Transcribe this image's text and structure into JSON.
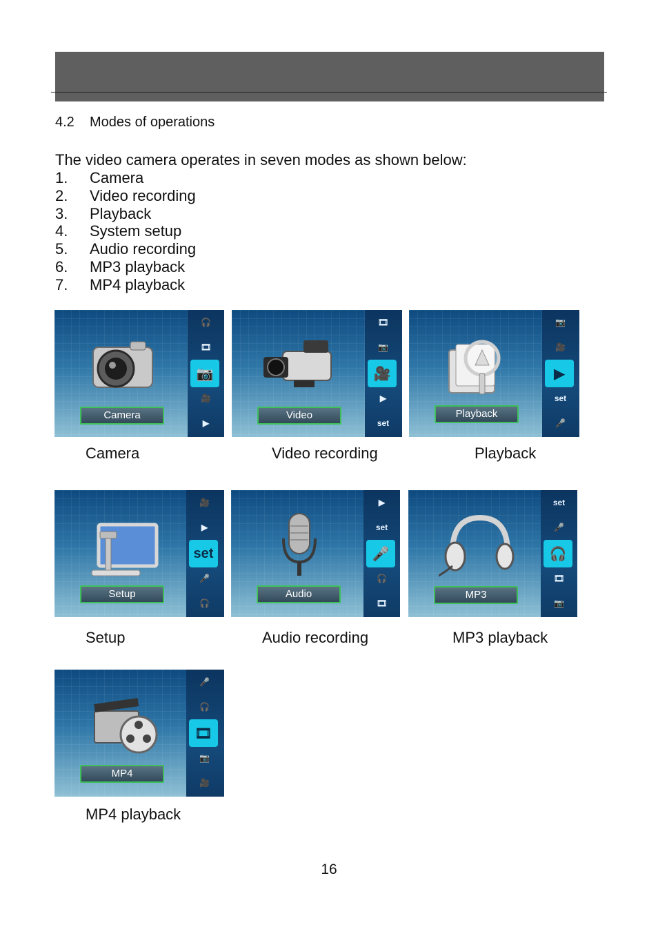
{
  "section": {
    "number": "4.2",
    "title": "Modes of operations"
  },
  "intro": "The video camera operates in seven modes as shown below:",
  "modes": [
    {
      "n": "1.",
      "label": "Camera"
    },
    {
      "n": "2.",
      "label": "Video recording"
    },
    {
      "n": "3.",
      "label": "Playback"
    },
    {
      "n": "4.",
      "label": "System setup"
    },
    {
      "n": "5.",
      "label": "Audio recording"
    },
    {
      "n": "6.",
      "label": "MP3 playback"
    },
    {
      "n": "7.",
      "label": "MP4 playback"
    }
  ],
  "screens": [
    {
      "chip": "Camera",
      "caption": "Camera",
      "icon": "camera-icon"
    },
    {
      "chip": "Video",
      "caption": "Video recording",
      "icon": "camcorder-icon"
    },
    {
      "chip": "Playback",
      "caption": "Playback",
      "icon": "playback-folder-icon"
    },
    {
      "chip": "Setup",
      "caption": "Setup",
      "icon": "monitor-setup-icon"
    },
    {
      "chip": "Audio",
      "caption": "Audio recording",
      "icon": "microphone-icon"
    },
    {
      "chip": "MP3",
      "caption": "MP3 playback",
      "icon": "headphones-icon"
    },
    {
      "chip": "MP4",
      "caption": "MP4 playback",
      "icon": "film-reel-icon"
    }
  ],
  "rail_set_label": "set",
  "colors": {
    "header": "#5f5f5f",
    "chip_border": "#3dc05a",
    "selected": "#17c9e6"
  },
  "page_number": "16"
}
